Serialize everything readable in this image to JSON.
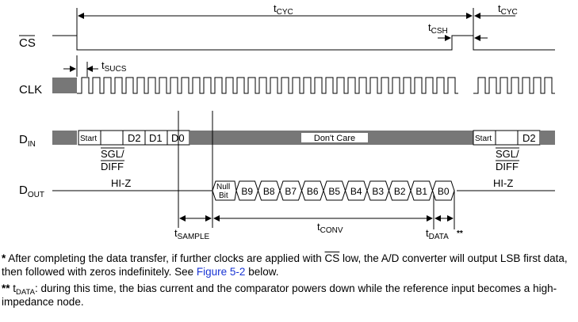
{
  "signals": {
    "cs": "CS",
    "clk": "CLK",
    "din_main": "D",
    "din_sub": "IN",
    "dout_main": "D",
    "dout_sub": "OUT"
  },
  "timing": {
    "t": "t",
    "cyc_sub": "CYC",
    "csh_sub": "CSH",
    "sucs_sub": "SUCS",
    "sample_sub": "SAMPLE",
    "conv_sub": "CONV",
    "data_sub": "DATA",
    "data_mark": "**"
  },
  "din": {
    "cells": [
      "Start",
      "D2",
      "D1",
      "D0"
    ],
    "dont_care": "Don't Care",
    "cells2": [
      "Start",
      "D2"
    ],
    "sgl": "SGL/",
    "diff": "DIFF"
  },
  "dout": {
    "hiz": "HI-Z",
    "null1": "Null",
    "null2": "Bit",
    "bits": [
      "B9",
      "B8",
      "B7",
      "B6",
      "B5",
      "B4",
      "B3",
      "B2",
      "B1",
      "B0"
    ]
  },
  "notes": {
    "n1_star": "*",
    "n1_a": "After completing the data transfer, if further clocks are applied with",
    "n1_cs": "CS",
    "n1_b": "low, the A/D converter will output LSB first data, then followed with zeros indefinitely. See",
    "n1_link": "Figure 5-2",
    "n1_c": "below.",
    "n2_star": "**",
    "n2_t": "t",
    "n2_sub": "DATA",
    "n2_text": ": during this time, the bias current and the comparator powers down while the reference input becomes a high-impedance node."
  },
  "colors": {
    "gray": "#777777",
    "link": "#1a35d4"
  }
}
